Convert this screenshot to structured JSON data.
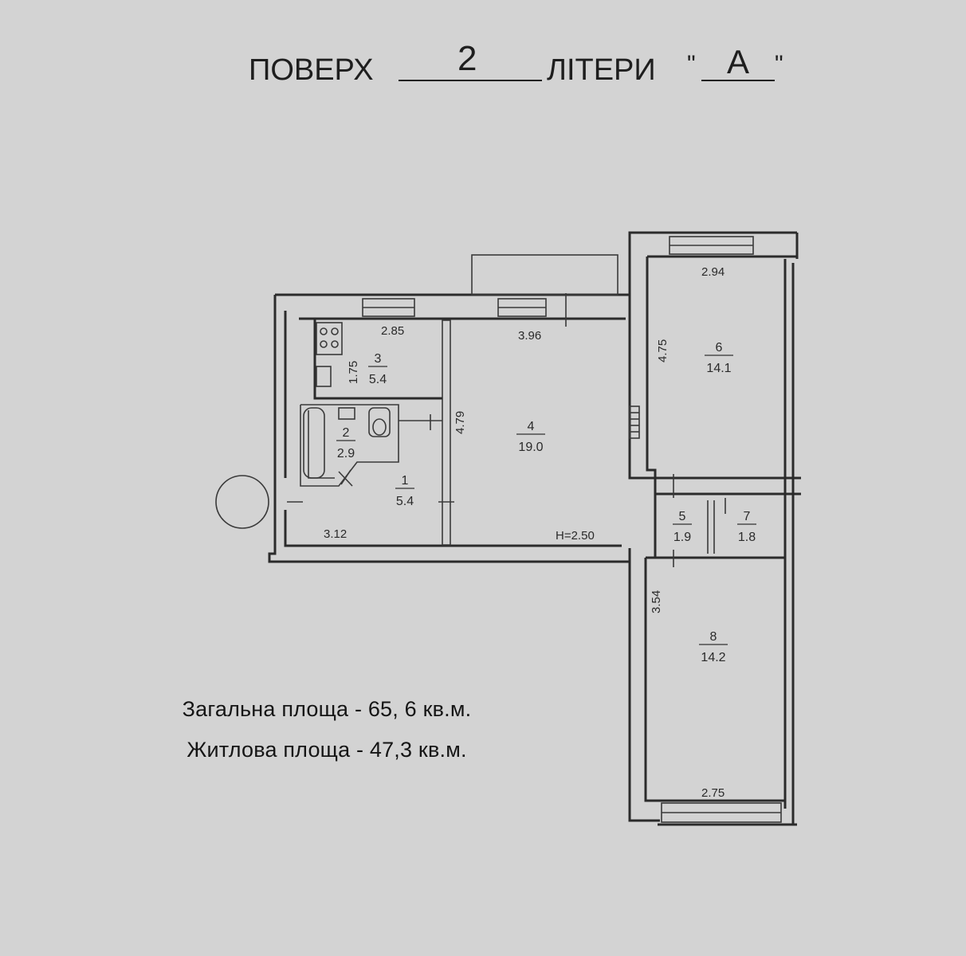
{
  "header": {
    "floor_label": "ПОВЕРХ",
    "floor_value": "2",
    "letter_label": "ЛІТЕРИ",
    "letter_value": "А"
  },
  "rooms": [
    {
      "number": "1",
      "area": "5.4"
    },
    {
      "number": "2",
      "area": "2.9"
    },
    {
      "number": "3",
      "area": "5.4"
    },
    {
      "number": "4",
      "area": "19.0"
    },
    {
      "number": "5",
      "area": "1.9"
    },
    {
      "number": "6",
      "area": "14.1"
    },
    {
      "number": "7",
      "area": "1.8"
    },
    {
      "number": "8",
      "area": "14.2"
    }
  ],
  "dimensions": {
    "kitchen_width": "2.85",
    "kitchen_depth": "1.75",
    "living_width": "3.96",
    "living_depth": "4.79",
    "bedroom6_width": "2.94",
    "bedroom6_depth": "4.75",
    "hall_width": "3.12",
    "ceiling_height": "H=2.50",
    "bedroom8_depth": "3.54",
    "bedroom8_width": "2.75"
  },
  "summary": {
    "total_area": "Загальна площа - 65, 6 кв.м.",
    "living_area": "Житлова площа - 47,3 кв.м."
  }
}
